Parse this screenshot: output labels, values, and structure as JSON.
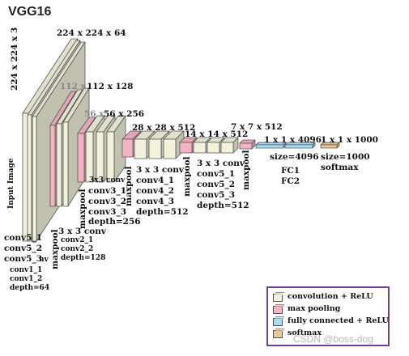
{
  "title": "VGG16",
  "input_dims": "224 x 224 x 3",
  "input_label": "Input Image",
  "stages": {
    "s1": {
      "size": "224 x 224 x 64",
      "conv": "3 x 3 conv",
      "l1": "conv5_1",
      "l2": "conv5_2",
      "l3": "conv5_3",
      "suffix": "nv",
      "c1": "conv1_1",
      "c2": "conv1_2",
      "depth": "depth=64"
    },
    "s2": {
      "size_prefix": "112 x",
      "size_rest": "112 x 128",
      "conv": "3 x 3 conv",
      "c1": "conv2_1",
      "c2": "conv2_2",
      "depth": "depth=128"
    },
    "s3": {
      "size_prefix": "56 x",
      "size_rest": "56 x 256",
      "conv": "3x3 conv",
      "c1": "conv3_1",
      "c2": "conv3_2",
      "c3": "conv3_3",
      "depth": "depth=256"
    },
    "s4": {
      "size": "28 x 28 x 512",
      "conv": "3 x 3 conv",
      "c1": "conv4_1",
      "c2": "conv4_2",
      "c3": "conv4_3",
      "depth": "depth=512"
    },
    "s5": {
      "size": "14 x 14 x 512",
      "conv": "3 x 3 conv",
      "c1": "conv5_1",
      "c2": "conv5_2",
      "c3": "conv5_3",
      "depth": "depth=512"
    },
    "pool5": {
      "size": "7 x 7 x 512"
    },
    "fc": {
      "size": "1 x 1 x 4096",
      "size_label": "size=4096",
      "l1": "FC1",
      "l2": "FC2"
    },
    "softmax": {
      "size": "1 x 1 x 1000",
      "size_label": "size=1000",
      "label": "softmax"
    }
  },
  "maxpool_label": "maxpool",
  "legend": {
    "items": [
      {
        "label": "convolution + ReLU",
        "color": "#f1f1dc"
      },
      {
        "label": "max pooling",
        "color": "#f4b3c2"
      },
      {
        "label": "fully connected + ReLU",
        "color": "#a9dcf3"
      },
      {
        "label": "softmax",
        "color": "#e8c89a"
      }
    ]
  },
  "colors": {
    "conv": "#f1f1dc",
    "pool": "#f4b3c2",
    "fc": "#a9dcf3",
    "softmax": "#e8c89a",
    "legend_border": "#7a3c8c"
  },
  "watermark": "CSDN @boss-dog"
}
